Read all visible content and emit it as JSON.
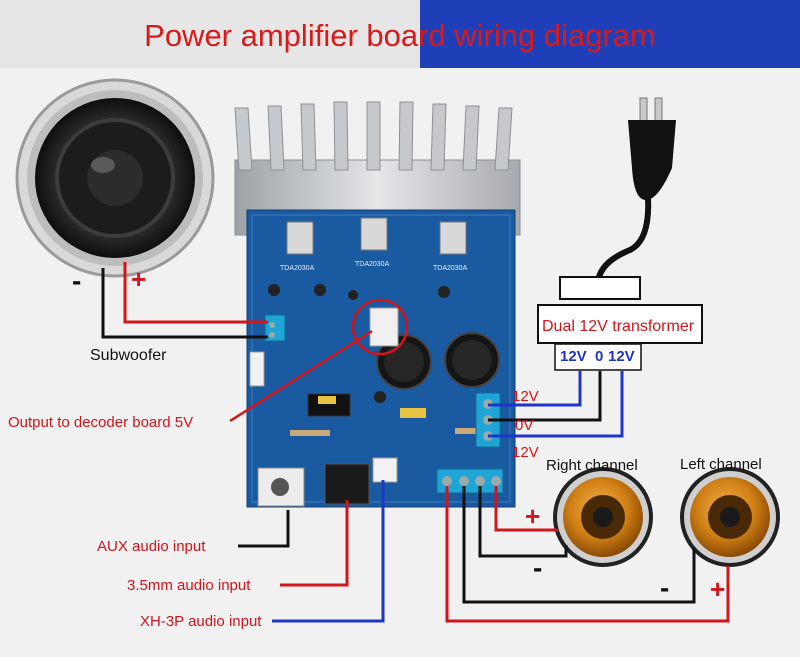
{
  "title": "Power amplifier board wiring diagram",
  "labels": {
    "subwoofer": "Subwoofer",
    "decoder_output": "Output to decoder board 5V",
    "aux_input": "AUX audio input",
    "jack_input": "3.5mm audio input",
    "xh3p_input": "XH-3P audio input",
    "right_channel": "Right channel",
    "left_channel": "Left channel",
    "transformer": "Dual 12V transformer",
    "v12_top": "12V",
    "v0": "0V",
    "v12_bottom": "12V",
    "trans_12a": "12V",
    "trans_0": "0",
    "trans_12b": "12V"
  },
  "signs": {
    "sub_minus": "-",
    "sub_plus": "+",
    "right_plus": "+",
    "right_minus": "-",
    "left_minus": "-",
    "left_plus": "+"
  },
  "board_marks": [
    "TDA2030A",
    "TDA2030A",
    "TDA2030A"
  ],
  "colors": {
    "banner_left": "#e6e6e6",
    "banner_right": "#1e3fb8",
    "title": "#d81a1a",
    "wire_red": "#d2151c",
    "wire_black": "#111111",
    "wire_blue": "#1e35c8",
    "pcb": "#1a5aa0",
    "heatsink": "#b9bcc0"
  }
}
